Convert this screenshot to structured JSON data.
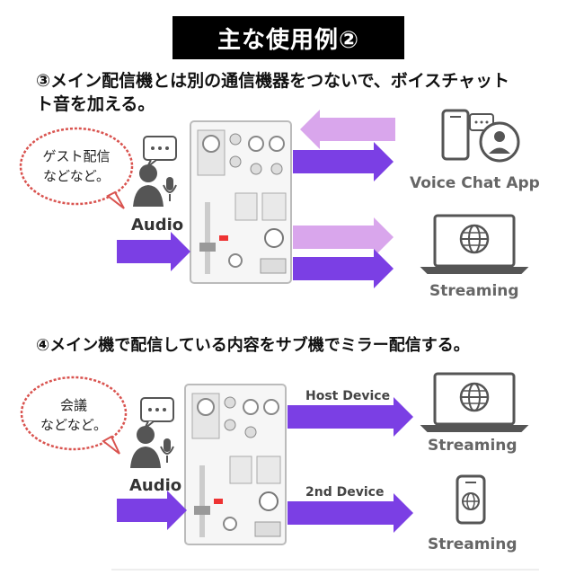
{
  "title": "主な使用例②",
  "section1": {
    "heading_line1": "③メイン配信機とは別の通信機器をつないで、ボイスチャット",
    "heading_line2": "ト音を加える。",
    "bubble": "ゲスト配信\nなどなど。",
    "audio_label": "Audio",
    "voice_chat_label": "Voice Chat App",
    "streaming_label": "Streaming"
  },
  "section2": {
    "heading": "④メイン機で配信している内容をサブ機でミラー配信する。",
    "bubble": "会議\nなどなど。",
    "audio_label": "Audio",
    "host_label": "Host Device",
    "second_label": "2nd Device",
    "streaming_label_1": "Streaming",
    "streaming_label_2": "Streaming"
  },
  "colors": {
    "arrow_dark": "#7b3fe4",
    "arrow_light": "#d9a6ec",
    "bubble_border": "#d9534f",
    "icon_gray": "#555555"
  }
}
